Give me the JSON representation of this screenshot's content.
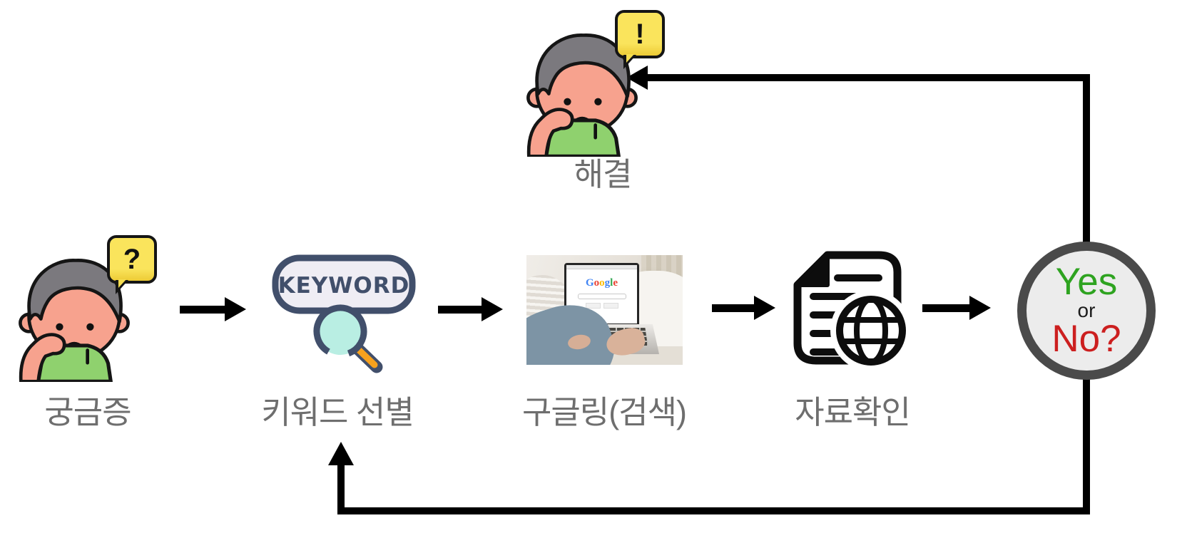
{
  "diagram": {
    "background_color": "#ffffff",
    "nodes": {
      "curiosity": {
        "label": "궁금증",
        "bubble_glyph": "?"
      },
      "keyword": {
        "label": "키워드 선별",
        "badge_text": "KEYWORD"
      },
      "googling": {
        "label": "구글링(검색)"
      },
      "verify": {
        "label": "자료확인"
      },
      "decision": {
        "yes": "Yes",
        "or": "or",
        "no": "No?"
      },
      "solved": {
        "label": "해결",
        "bubble_glyph": "!"
      }
    },
    "google_logo": {
      "text": "Google",
      "letter_colors": [
        "#4285F4",
        "#EA4335",
        "#FBBC05",
        "#4285F4",
        "#34A853",
        "#EA4335"
      ]
    },
    "colors": {
      "label_gray": "#6E6E6E",
      "arrow_black": "#000000",
      "bubble_yellow": "#F9E04E",
      "person_face": "#F7A28E",
      "person_hair": "#7B797E",
      "person_shirt": "#8FD16E",
      "keyword_navy": "#414F6B",
      "keyword_fill": "#EFEDF4",
      "magnifier_teal": "#B9EEE3",
      "handle_orange": "#F6A11E",
      "decision_ring": "#4A4A4A",
      "decision_fill": "#ECECEC",
      "yes_green": "#2EA320",
      "no_red": "#CC1F1F"
    }
  }
}
